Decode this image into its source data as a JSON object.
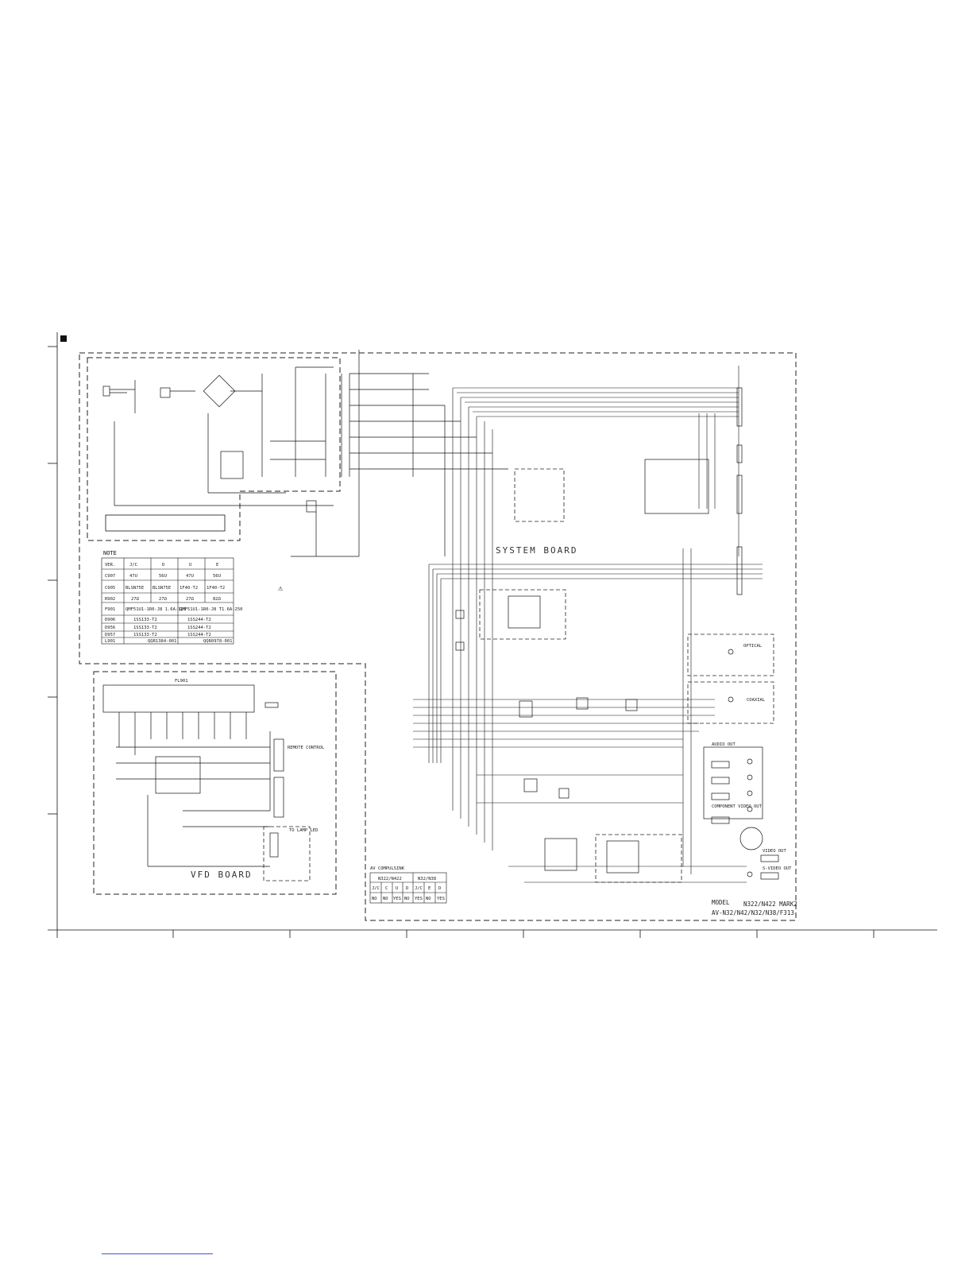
{
  "boards": {
    "system": "SYSTEM BOARD",
    "vfd": "VFD BOARD"
  },
  "note_label": "NOTE",
  "model": {
    "label": "MODEL",
    "line1": "N322/N422 MARK2",
    "line2": "AV-N32/N42/N32/N38/F313"
  },
  "note_table": {
    "rows": [
      [
        "VER.",
        "J/C",
        "D",
        "U",
        "E"
      ],
      [
        "C907",
        "47U",
        "56U",
        "47U",
        "56U"
      ],
      [
        "C905",
        "BLSN75E",
        "BLSN75E",
        "1F40-T2",
        "1F40-T2"
      ],
      [
        "R902",
        "27Ω",
        "27Ω",
        "27Ω",
        "82Ω"
      ],
      [
        "F901",
        "QMF51U1-1R0-J8 1.6A-125",
        "QMF51U1-1R0-J8 T1.6A-250"
      ],
      [
        "D906",
        "1SS133-T2",
        "1SS244-T2"
      ],
      [
        "D956",
        "1SS133-T2",
        "1SS244-T2"
      ],
      [
        "D957",
        "1SS133-T2",
        "1SS244-T2"
      ],
      [
        "L901",
        "QQR1384-001",
        "QQR0978-001"
      ]
    ]
  },
  "av_table": {
    "title": "AV COMPULSINK",
    "groups": [
      "N322/N422",
      "N32/N38"
    ],
    "heads": [
      "J/C",
      "C",
      "U",
      "D",
      "J/C",
      "E",
      "D"
    ],
    "vals": [
      "NO",
      "NO",
      "YES",
      "NO",
      "YES",
      "NO",
      "YES"
    ]
  },
  "vfd_label": "FL901",
  "sub_labels": {
    "to_lamp": "TO LAMP LED",
    "remote": "REMOTE CONTROL",
    "audio_out": "AUDIO OUT",
    "video_out": "VIDEO OUT",
    "s_video": "S-VIDEO OUT",
    "component": "COMPONENT VIDEO OUT",
    "optical": "OPTICAL",
    "coaxial": "COAXIAL"
  },
  "colors": {
    "ink": "#111111",
    "dashed": "#222222",
    "grid": "#cccccc",
    "link": "#3c5ad6"
  }
}
